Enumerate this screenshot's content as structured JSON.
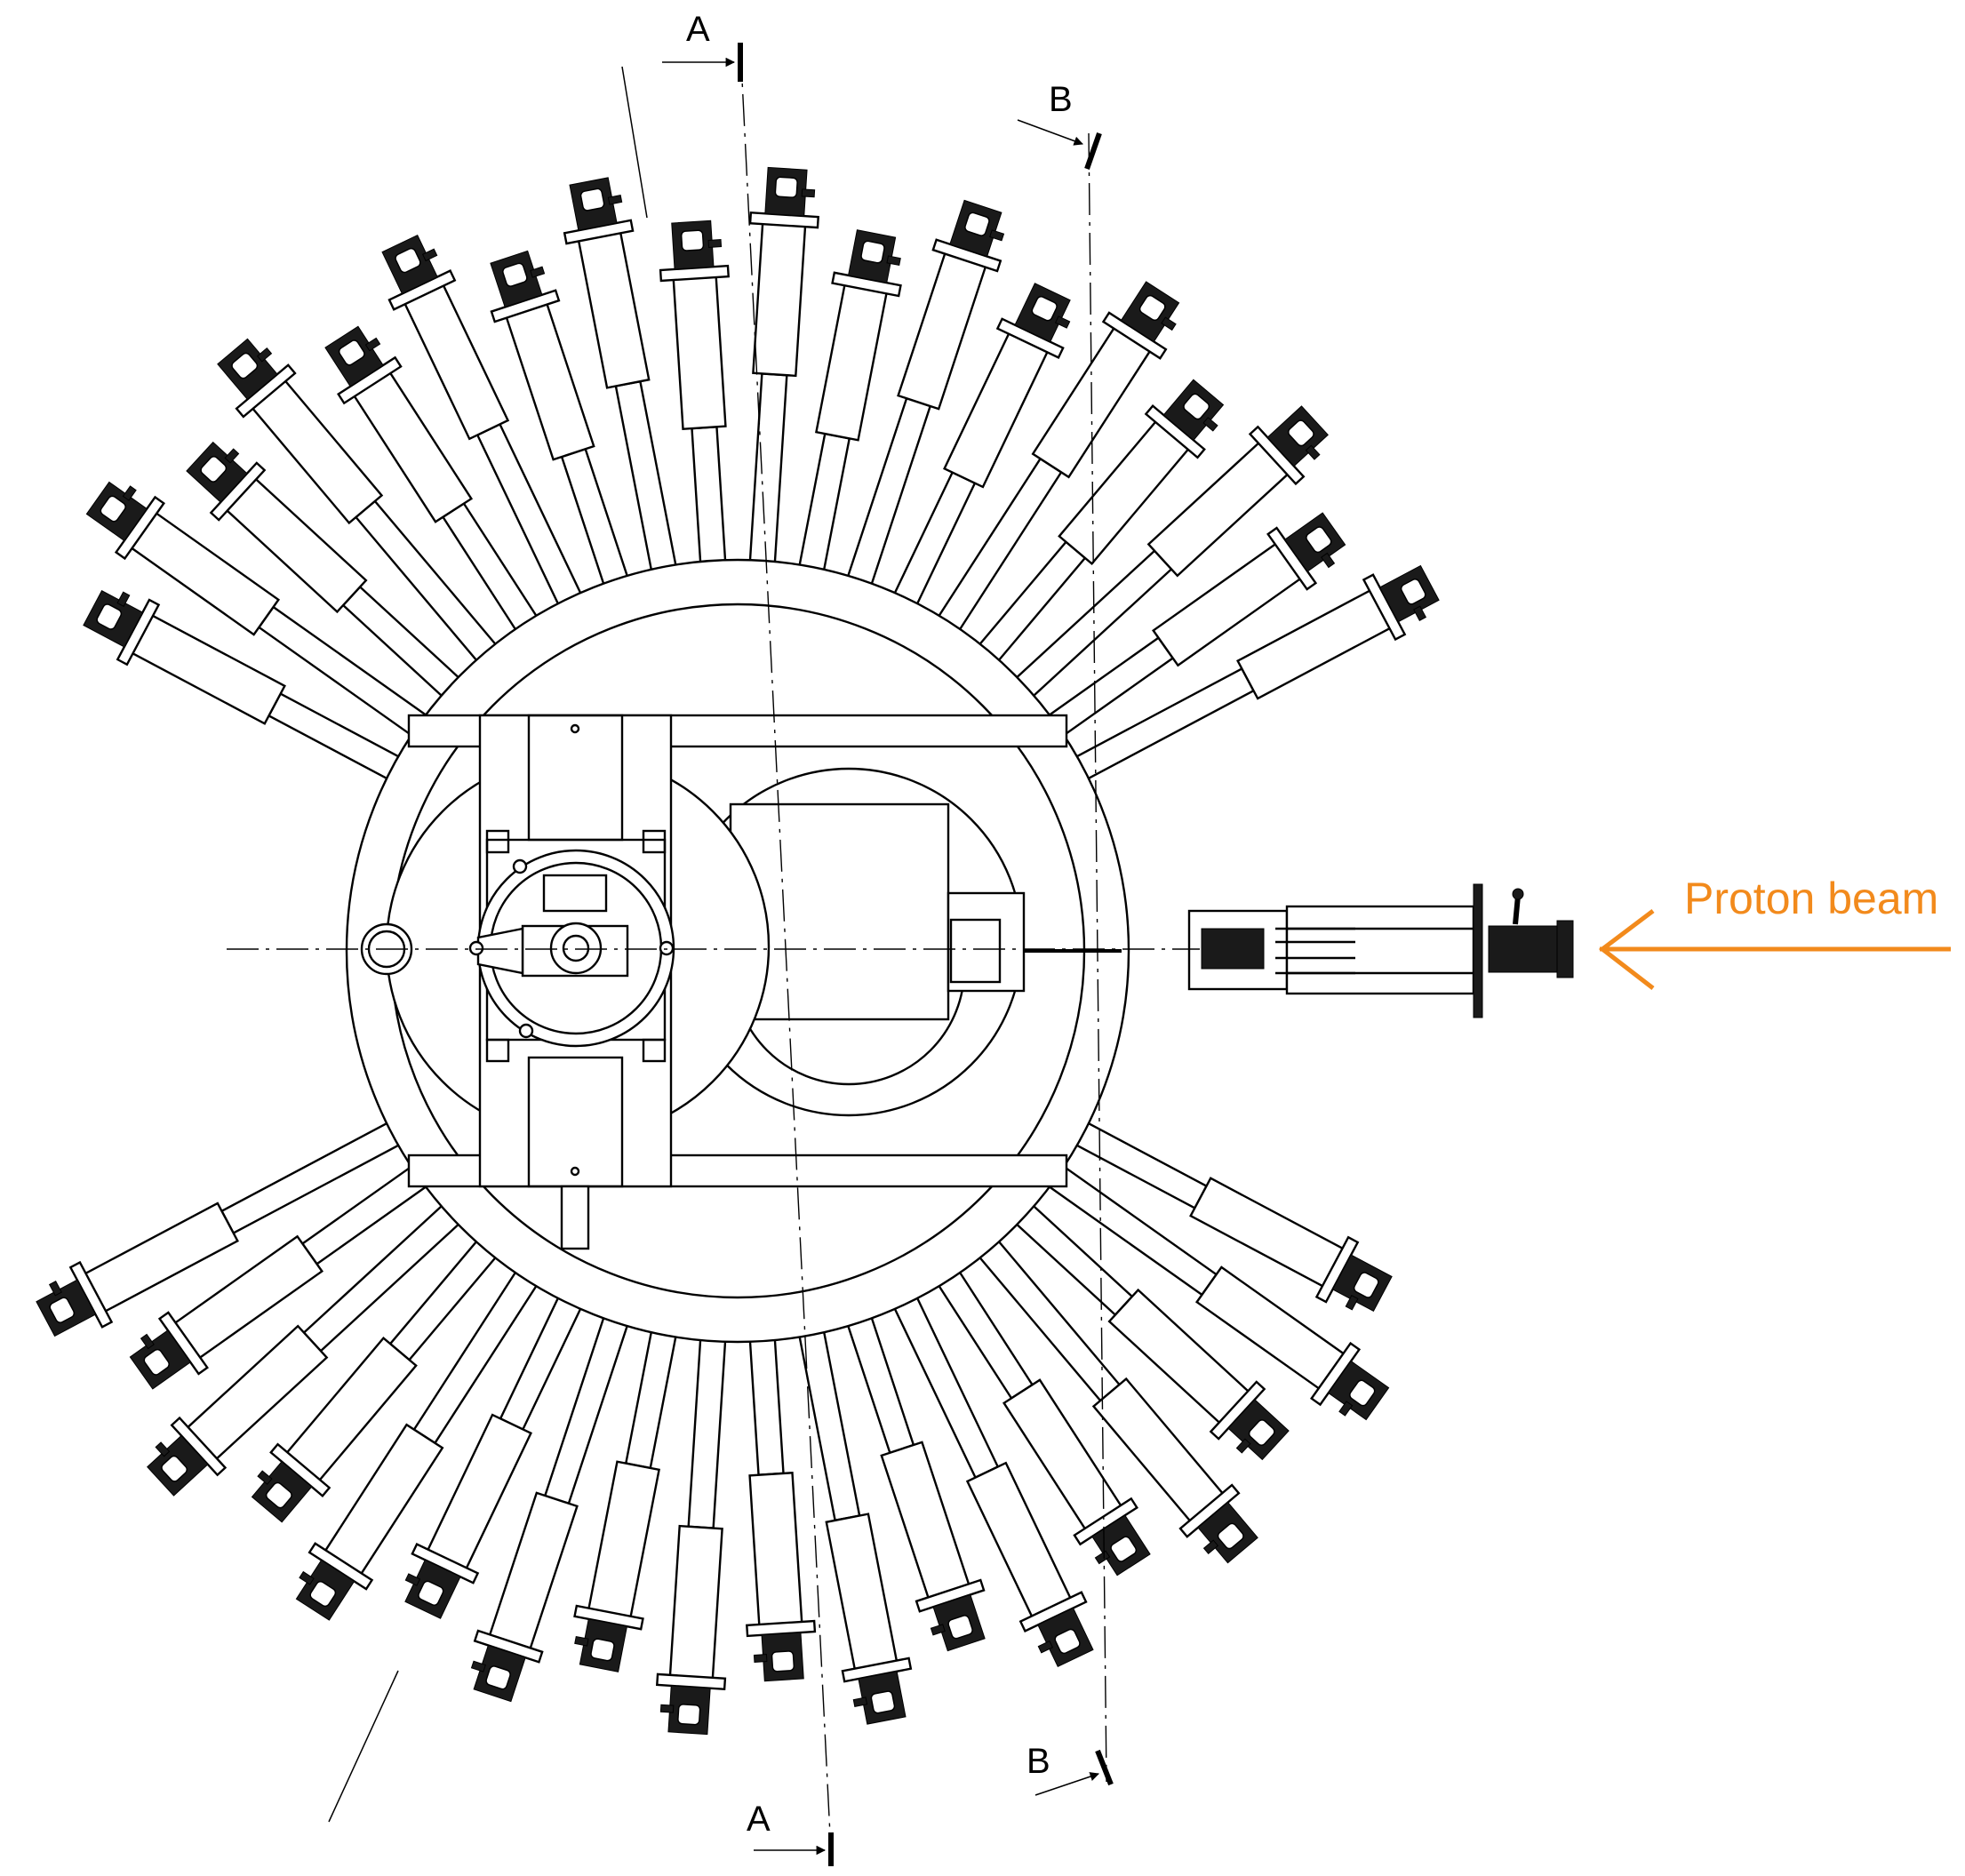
{
  "labels": {
    "section_a": "A",
    "section_b": "B"
  },
  "beam": {
    "label": "Proton beam",
    "color": "#f28a1c"
  },
  "icons": {
    "detector_module": "pmt-detector-module-icon",
    "beam_arrow": "arrow-left-icon"
  }
}
